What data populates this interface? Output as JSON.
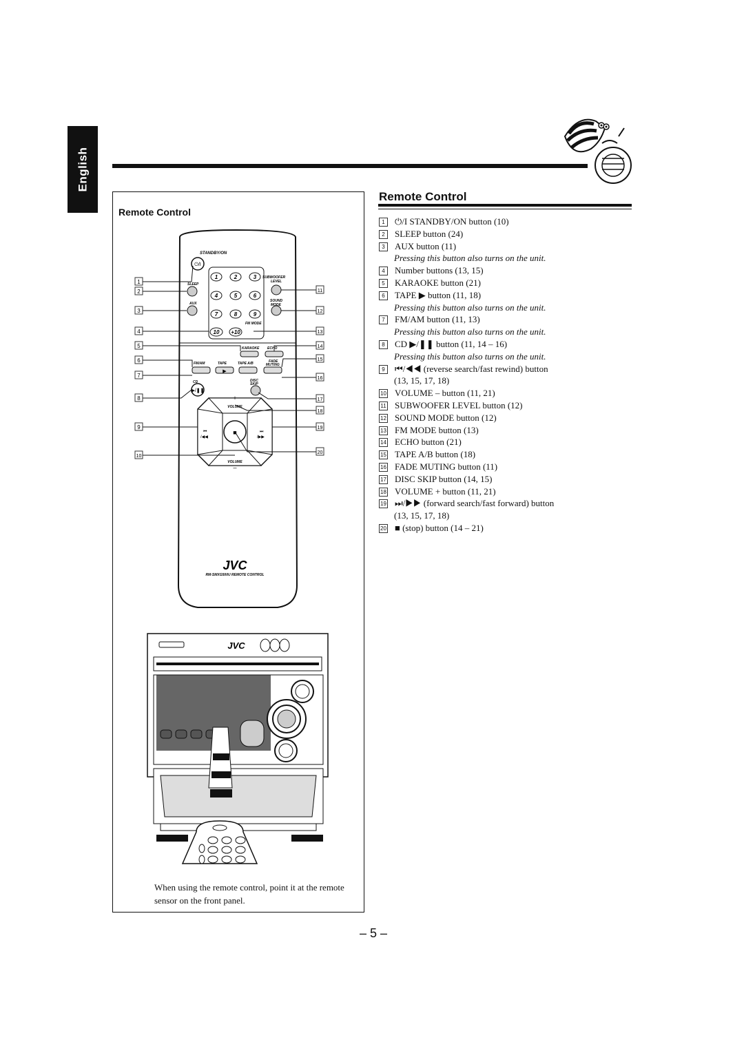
{
  "language_tab": "English",
  "box": {
    "title": "Remote Control",
    "caption": "When using the remote control, point it at the remote sensor on the front panel."
  },
  "remote": {
    "labels": {
      "standby_on": "STANDBY/ON",
      "sleep": "SLEEP",
      "aux": "AUX",
      "subwoofer": "SUBWOOFER",
      "level": "LEVEL",
      "sound": "SOUND",
      "mode": "MODE",
      "fm_mode": "FM MODE",
      "karaoke": "KARAOKE",
      "echo": "ECHO",
      "fm_am": "FM/AM",
      "tape": "TAPE",
      "tape_ab": "TAPE A/B",
      "fade": "FADE",
      "muting": "MUTING",
      "cd": "CD",
      "disc": "DISC",
      "skip": "SKIP",
      "volume": "VOLUME",
      "brand": "JVC",
      "model": "RM-SMXG500U REMOTE CONTROL"
    },
    "keys": [
      "1",
      "2",
      "3",
      "4",
      "5",
      "6",
      "7",
      "8",
      "9",
      "10",
      "+10"
    ]
  },
  "unit": {
    "brand": "JVC"
  },
  "section_title": "Remote Control",
  "items": [
    {
      "num": "1",
      "text": "⏻/I STANDBY/ON button (10)"
    },
    {
      "num": "2",
      "text": "SLEEP button (24)"
    },
    {
      "num": "3",
      "text": "AUX button (11)",
      "note": "Pressing this button also turns on the unit."
    },
    {
      "num": "4",
      "text": "Number buttons (13, 15)"
    },
    {
      "num": "5",
      "text": "KARAOKE button (21)"
    },
    {
      "num": "6",
      "text": "TAPE ▶ button (11, 18)",
      "note": "Pressing this button also turns on the unit."
    },
    {
      "num": "7",
      "text": "FM/AM button (11, 13)",
      "note": "Pressing this button also turns on the unit."
    },
    {
      "num": "8",
      "text": "CD ▶/❚❚ button (11, 14 – 16)",
      "note": "Pressing this button also turns on the unit."
    },
    {
      "num": "9",
      "text": "⏮/◀◀ (reverse search/fast rewind) button",
      "cont": "(13, 15, 17, 18)"
    },
    {
      "num": "10",
      "text": "VOLUME – button (11, 21)"
    },
    {
      "num": "11",
      "text": "SUBWOOFER LEVEL button (12)"
    },
    {
      "num": "12",
      "text": "SOUND MODE button (12)"
    },
    {
      "num": "13",
      "text": "FM MODE button (13)"
    },
    {
      "num": "14",
      "text": "ECHO button (21)"
    },
    {
      "num": "15",
      "text": "TAPE A/B button (18)"
    },
    {
      "num": "16",
      "text": "FADE MUTING button (11)"
    },
    {
      "num": "17",
      "text": "DISC SKIP button (14, 15)"
    },
    {
      "num": "18",
      "text": "VOLUME + button (11, 21)"
    },
    {
      "num": "19",
      "text": "⏭/▶▶ (forward search/fast forward) button",
      "cont": "(13, 15, 17, 18)"
    },
    {
      "num": "20",
      "text": "■ (stop) button (14 – 21)"
    }
  ],
  "page_number": "– 5 –"
}
